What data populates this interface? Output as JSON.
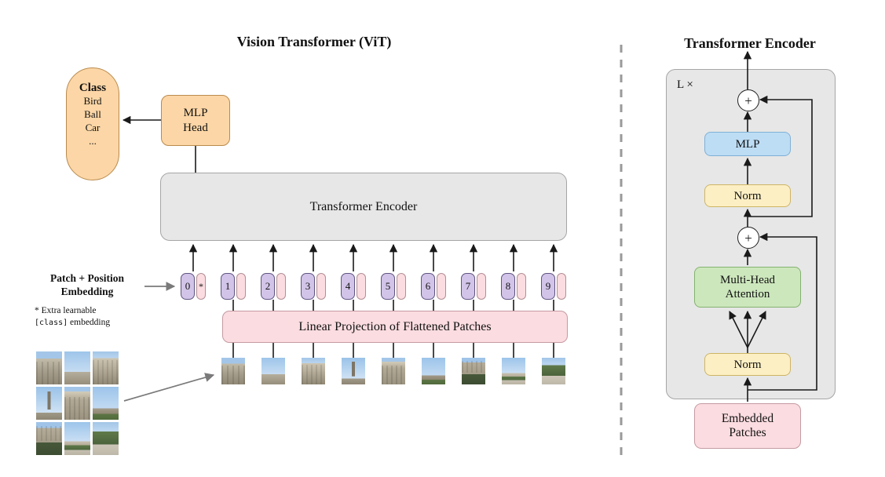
{
  "figure": {
    "left_title": "Vision Transformer (ViT)",
    "right_title": "Transformer Encoder"
  },
  "left": {
    "class_box": {
      "title": "Class",
      "items": [
        "Bird",
        "Ball",
        "Car",
        "..."
      ]
    },
    "mlp_head": {
      "line1": "MLP",
      "line2": "Head"
    },
    "encoder_label": "Transformer Encoder",
    "patch_position_label": {
      "line1": "Patch + Position",
      "line2": "Embedding"
    },
    "footnote": {
      "line1": "* Extra learnable",
      "code": "[class]",
      "rest": "embedding"
    },
    "linear_projection_label": "Linear Projection of Flattened Patches",
    "tokens": [
      {
        "num": "0",
        "embed": "*"
      },
      {
        "num": "1",
        "embed": ""
      },
      {
        "num": "2",
        "embed": ""
      },
      {
        "num": "3",
        "embed": ""
      },
      {
        "num": "4",
        "embed": ""
      },
      {
        "num": "5",
        "embed": ""
      },
      {
        "num": "6",
        "embed": ""
      },
      {
        "num": "7",
        "embed": ""
      },
      {
        "num": "8",
        "embed": ""
      },
      {
        "num": "9",
        "embed": ""
      }
    ]
  },
  "right": {
    "loop_label": "L ×",
    "plus_label": "+",
    "mlp_label": "MLP",
    "norm_top_label": "Norm",
    "attention": {
      "line1": "Multi-Head",
      "line2": "Attention"
    },
    "norm_bottom_label": "Norm",
    "embedded_patches": {
      "line1": "Embedded",
      "line2": "Patches"
    }
  },
  "palette": {
    "orange": "#fcd6a6",
    "pink": "#fbdce0",
    "purple": "#d2c4e8",
    "panel-gray": "#e7e7e7",
    "blue": "#bdddf4",
    "yellow": "#fdefc4",
    "green": "#cde7bd"
  }
}
